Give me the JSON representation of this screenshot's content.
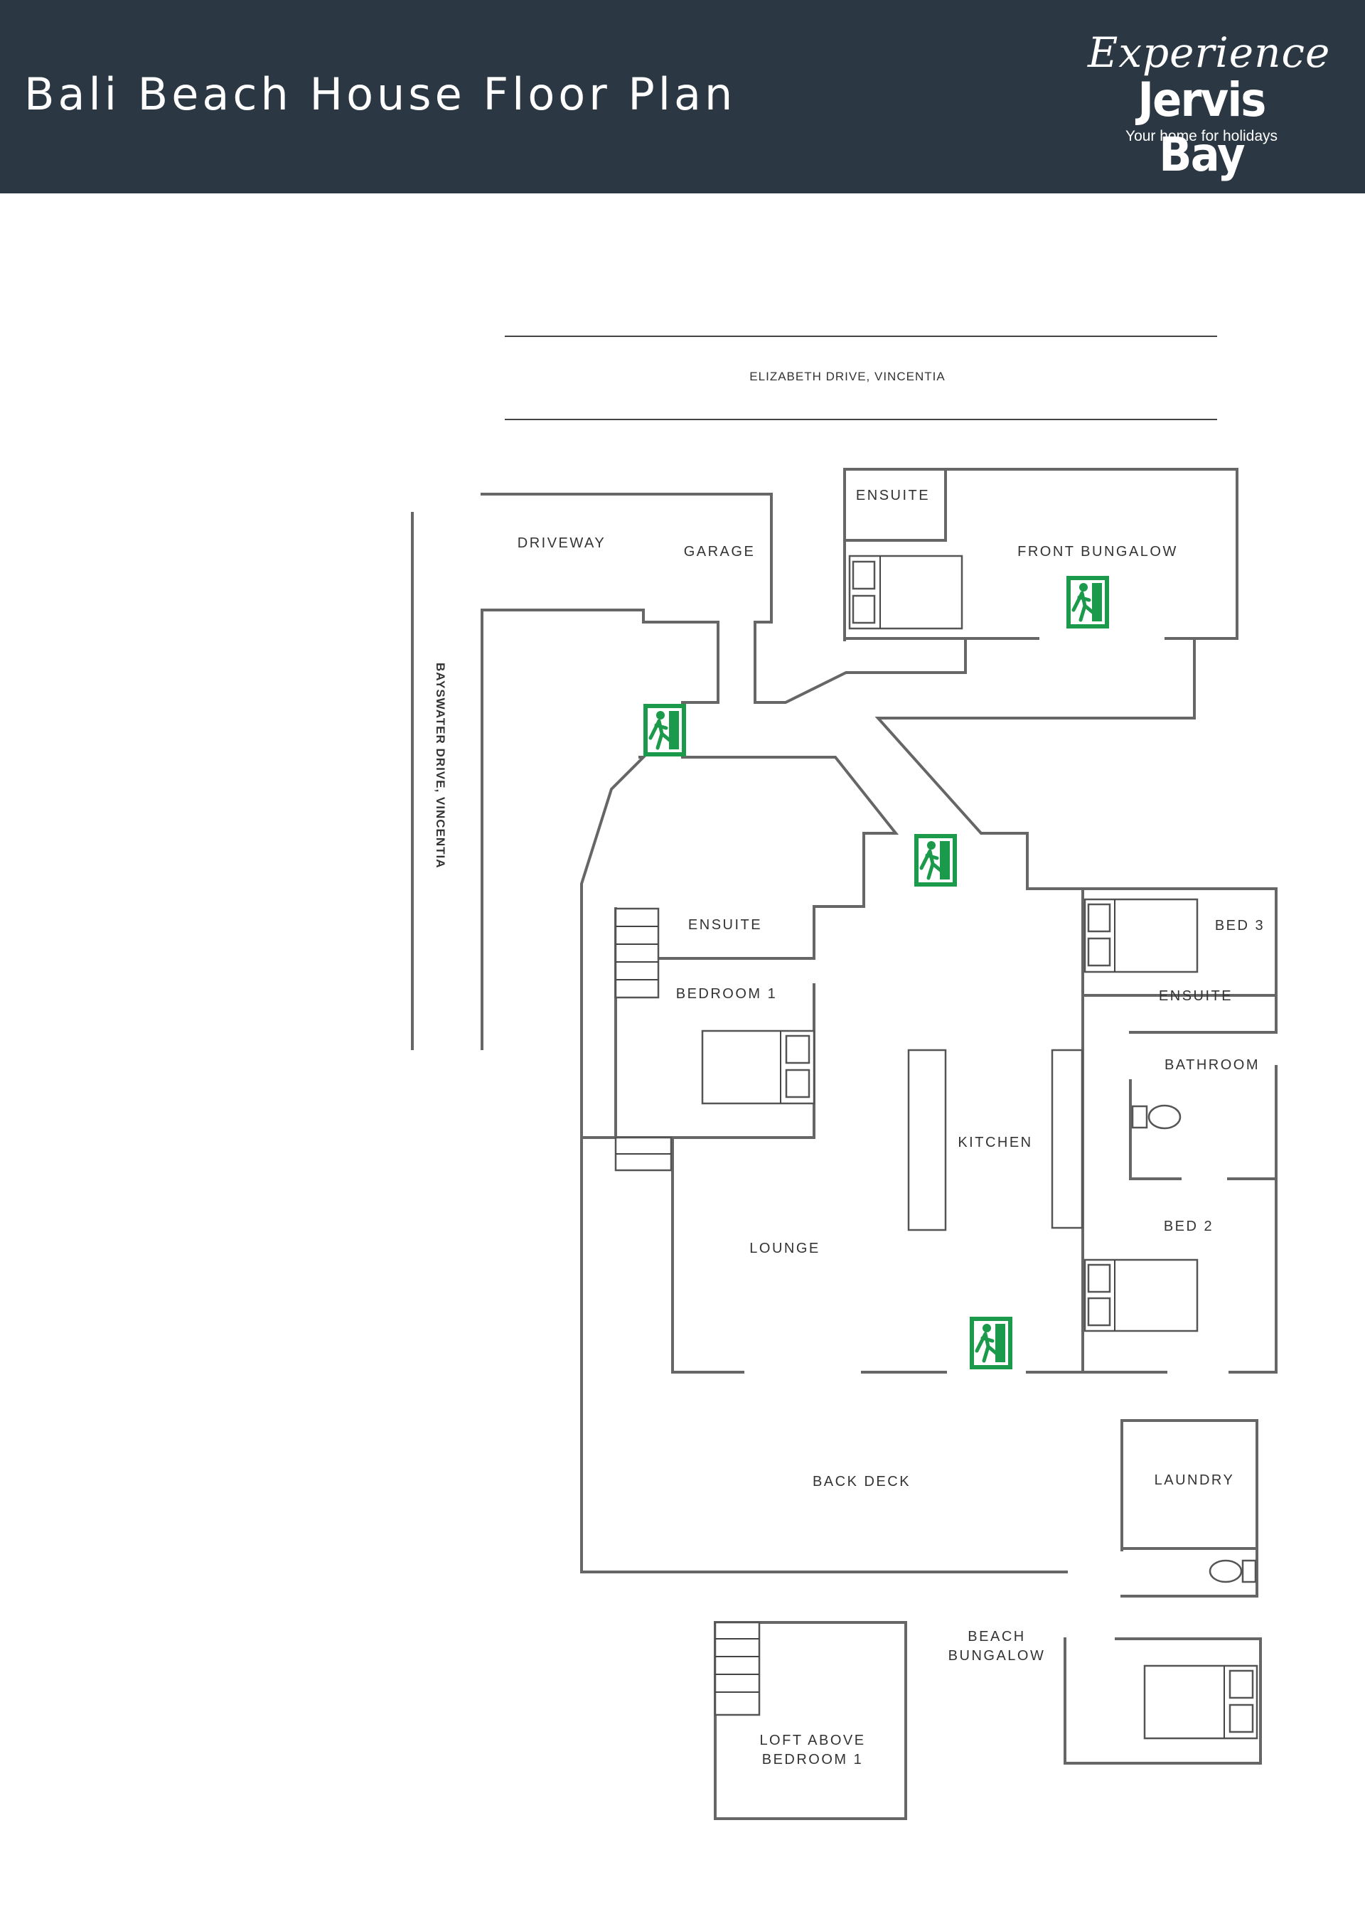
{
  "header": {
    "title": "Bali Beach House Floor Plan",
    "background": "#2b3742"
  },
  "logo": {
    "script": "Experience",
    "brand": "Jervis Bay",
    "tagline": "Your home for holidays"
  },
  "plan": {
    "streets": {
      "top": "ELIZABETH DRIVE, VINCENTIA",
      "side": "BAYSWATER DRIVE, VINCENTIA"
    },
    "rooms": {
      "driveway": "DRIVEWAY",
      "garage": "GARAGE",
      "ensuite_front": "ENSUITE",
      "front_bungalow": "FRONT BUNGALOW",
      "ensuite_bed1": "ENSUITE",
      "bedroom1": "BEDROOM 1",
      "bed3": "BED 3",
      "ensuite_bed3": "ENSUITE",
      "bathroom": "BATHROOM",
      "kitchen": "KITCHEN",
      "bed2": "BED 2",
      "lounge": "LOUNGE",
      "back_deck": "BACK DECK",
      "laundry": "LAUNDRY",
      "beach_bungalow_1": "BEACH",
      "beach_bungalow_2": "BUNGALOW",
      "loft_1": "LOFT ABOVE",
      "loft_2": "BEDROOM 1"
    },
    "icons": {
      "exit": "emergency-exit-sign-icon",
      "bed": "bed-icon",
      "toilet": "toilet-icon",
      "stairs": "stairs-icon"
    },
    "colors": {
      "exit_sign": "#1a9a4a",
      "walls": "#666666"
    }
  }
}
